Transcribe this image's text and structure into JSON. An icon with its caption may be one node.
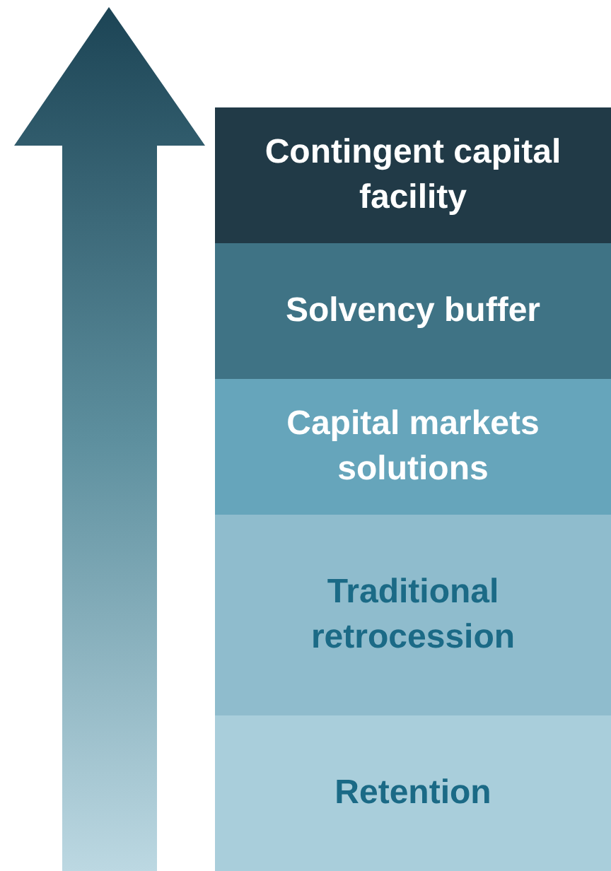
{
  "diagram": {
    "nodes": [
      {
        "text": [
          "Contingent capital facility"
        ]
      },
      {
        "text": [
          "Solvency buffer"
        ]
      },
      {
        "text": [
          "Capital markets solutions"
        ]
      },
      {
        "text": [
          "Traditional retrocession"
        ]
      },
      {
        "text": [
          "Retention"
        ]
      }
    ]
  }
}
